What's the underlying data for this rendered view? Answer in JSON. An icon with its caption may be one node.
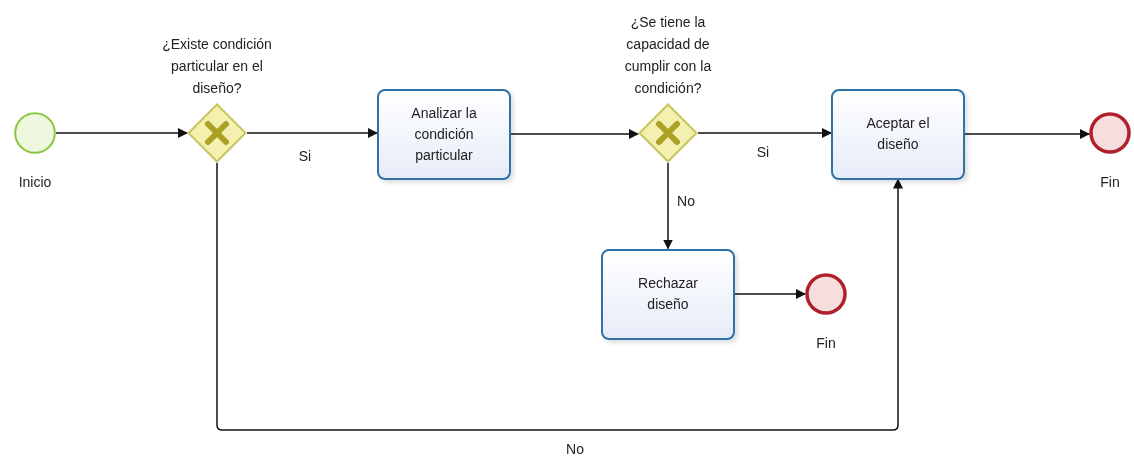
{
  "diagram": {
    "nodes": [
      {
        "text": [],
        "shape": "circle",
        "beside": [
          "Inicio"
        ]
      },
      {
        "text": [
          "¿Existe condición particular en el diseño?"
        ]
      },
      {
        "text": [
          "Analizar la condición particular"
        ]
      },
      {
        "text": [
          "¿Se tiene la capacidad de cumplir con la condición?"
        ]
      },
      {
        "text": [
          "Aceptar el diseño"
        ]
      },
      {
        "text": [],
        "shape": "circle",
        "beside": [
          "Fin"
        ]
      },
      {
        "text": [
          "Rechazar diseño"
        ]
      },
      {
        "text": [],
        "shape": "circle",
        "beside": [
          "Fin"
        ]
      }
    ],
    "edges": [
      {
        "from": 0,
        "to": 1,
        "arrow": "to"
      },
      {
        "from": 1,
        "to": 2,
        "arrow": "to",
        "label": "Si"
      },
      {
        "from": 2,
        "to": 3,
        "arrow": "to"
      },
      {
        "from": 3,
        "to": 4,
        "arrow": "to",
        "label": "Si"
      },
      {
        "from": 4,
        "to": 5,
        "arrow": "to"
      },
      {
        "from": 3,
        "to": 6,
        "arrow": "to",
        "label": "No"
      },
      {
        "from": 6,
        "to": 7,
        "arrow": "to"
      },
      {
        "from": 1,
        "to": 4,
        "arrow": "to",
        "label": "No"
      }
    ]
  }
}
